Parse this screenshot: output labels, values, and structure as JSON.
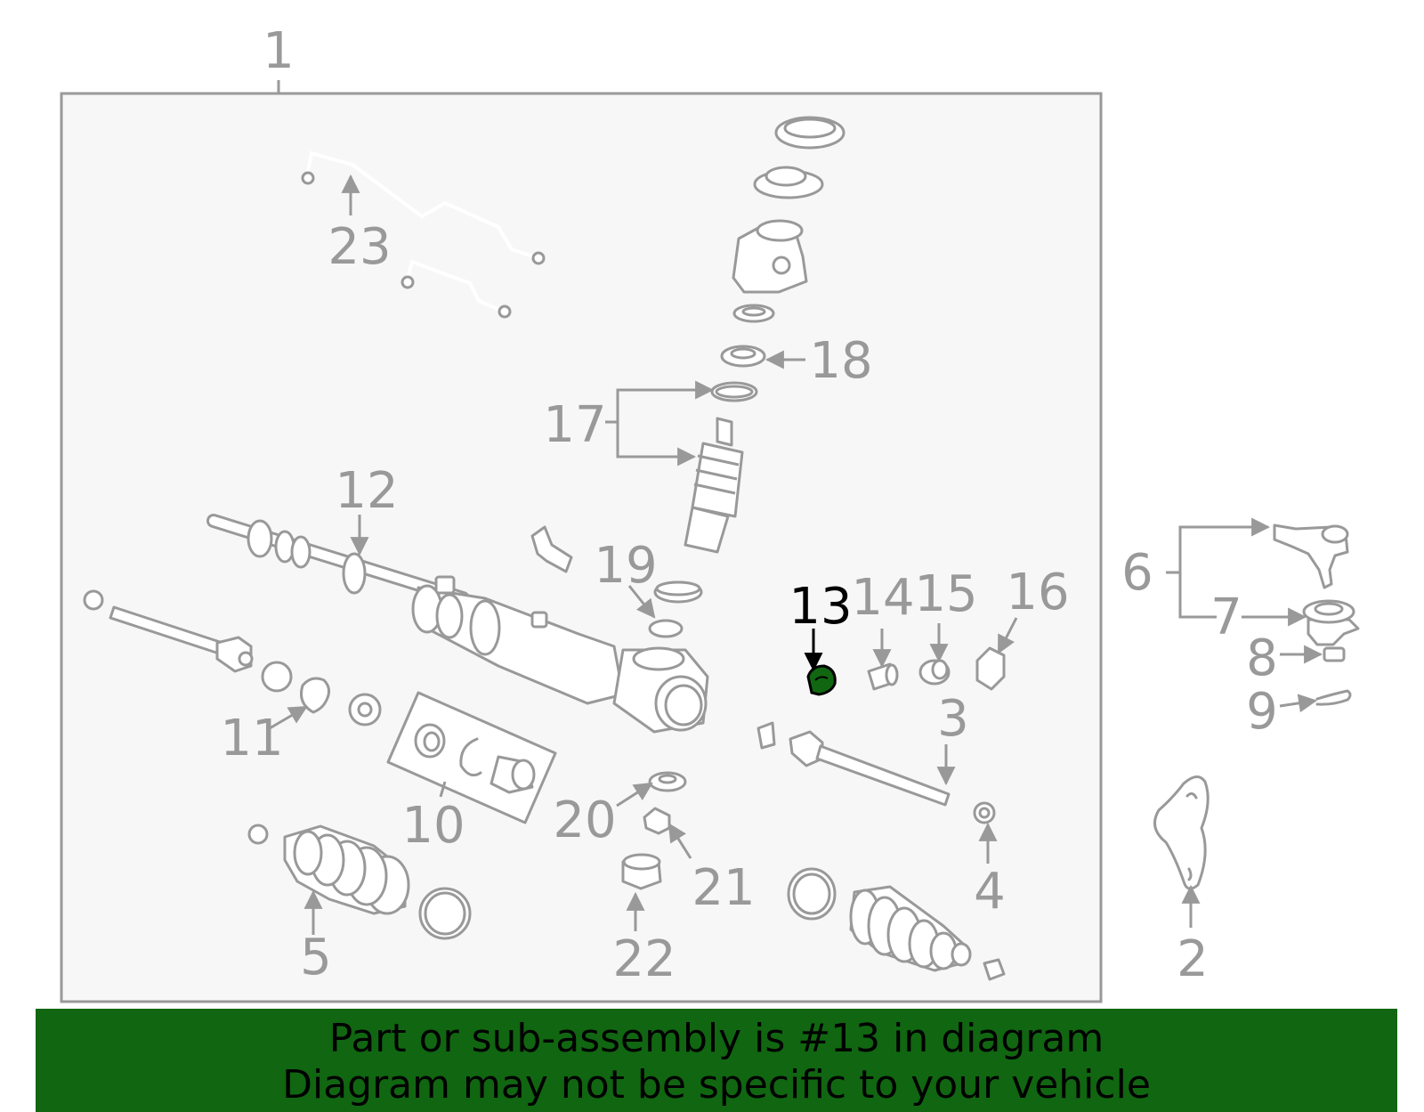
{
  "colors": {
    "line": "#999999",
    "panel_fill": "#f7f7f7",
    "highlight_fill": "#116611",
    "highlight_label": "#000000",
    "banner_bg": "#116611"
  },
  "highlighted_part": "13",
  "assembly_label": "1",
  "part_labels": {
    "p2": "2",
    "p3": "3",
    "p4": "4",
    "p5": "5",
    "p6": "6",
    "p7": "7",
    "p8": "8",
    "p9": "9",
    "p10": "10",
    "p11": "11",
    "p12": "12",
    "p13": "13",
    "p14": "14",
    "p15": "15",
    "p16": "16",
    "p17": "17",
    "p18": "18",
    "p19": "19",
    "p20": "20",
    "p21": "21",
    "p22": "22",
    "p23": "23"
  },
  "banner": {
    "line1": "Part or sub-assembly is #13 in diagram",
    "line2": "Diagram may not be specific to your vehicle"
  }
}
